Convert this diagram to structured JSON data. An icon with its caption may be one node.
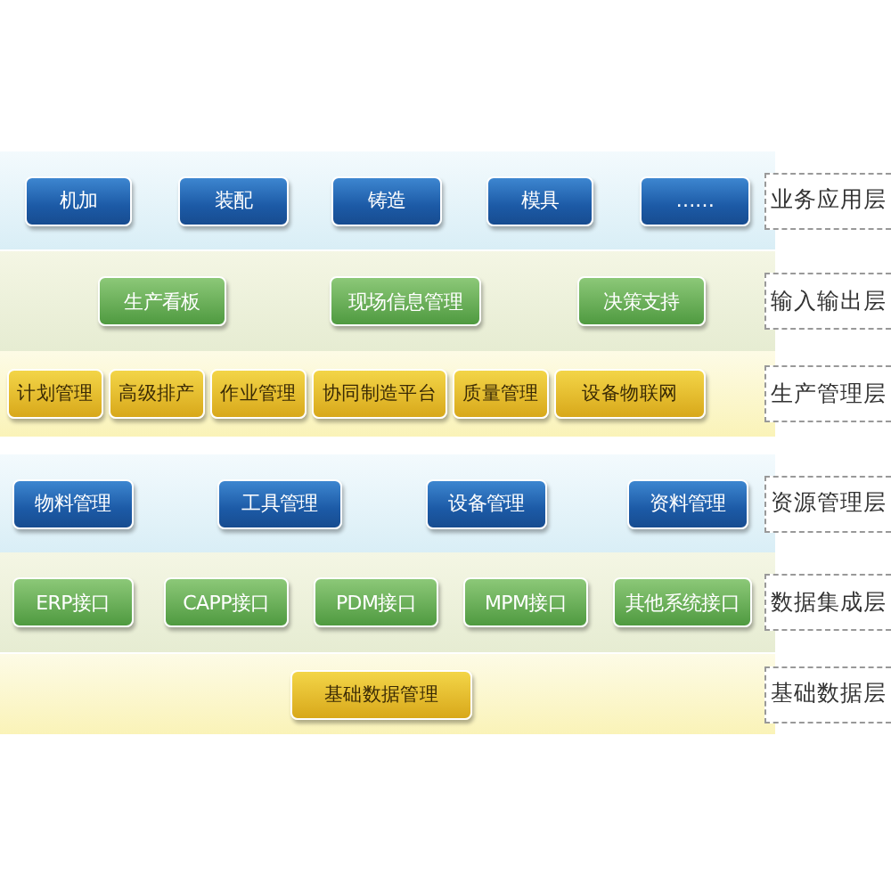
{
  "diagram": {
    "nodes": [
      {
        "text": [
          "业务应用层"
        ]
      },
      {
        "text": [
          "机加"
        ],
        "in": 0
      },
      {
        "text": [
          "装配"
        ],
        "in": 0
      },
      {
        "text": [
          "铸造"
        ],
        "in": 0
      },
      {
        "text": [
          "模具"
        ],
        "in": 0
      },
      {
        "text": [
          "……"
        ],
        "in": 0
      },
      {
        "text": [
          "输入输出层"
        ]
      },
      {
        "text": [
          "生产看板"
        ],
        "in": 6
      },
      {
        "text": [
          "现场信息管理"
        ],
        "in": 6
      },
      {
        "text": [
          "决策支持"
        ],
        "in": 6
      },
      {
        "text": [
          "生产管理层"
        ]
      },
      {
        "text": [
          "计划管理"
        ],
        "in": 10
      },
      {
        "text": [
          "高级排产"
        ],
        "in": 10
      },
      {
        "text": [
          "作业管理"
        ],
        "in": 10
      },
      {
        "text": [
          "协同制造平台"
        ],
        "in": 10
      },
      {
        "text": [
          "质量管理"
        ],
        "in": 10
      },
      {
        "text": [
          "设备物联网"
        ],
        "in": 10
      },
      {
        "text": [
          "资源管理层"
        ]
      },
      {
        "text": [
          "物料管理"
        ],
        "in": 17
      },
      {
        "text": [
          "工具管理"
        ],
        "in": 17
      },
      {
        "text": [
          "设备管理"
        ],
        "in": 17
      },
      {
        "text": [
          "资料管理"
        ],
        "in": 17
      },
      {
        "text": [
          "数据集成层"
        ]
      },
      {
        "text": [
          "ERP接口"
        ],
        "in": 22
      },
      {
        "text": [
          "CAPP接口"
        ],
        "in": 22
      },
      {
        "text": [
          "PDM接口"
        ],
        "in": 22
      },
      {
        "text": [
          "MPM接口"
        ],
        "in": 22
      },
      {
        "text": [
          "其他系统接口"
        ],
        "in": 22
      },
      {
        "text": [
          "基础数据层"
        ]
      },
      {
        "text": [
          "基础数据管理"
        ],
        "in": 28
      }
    ]
  }
}
